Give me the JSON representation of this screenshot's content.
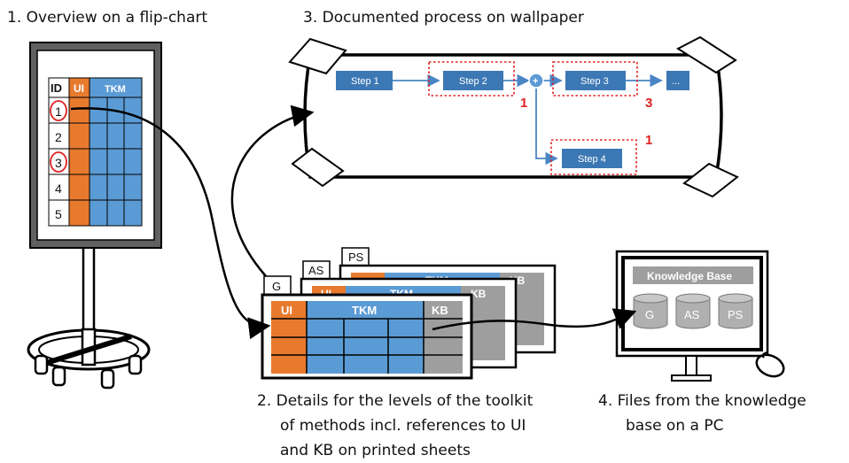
{
  "captions": {
    "flipchart": "1. Overview on a flip-chart",
    "wallpaper": "3. Documented process on wallpaper",
    "sheets_line1": "2. Details for the levels of the toolkit",
    "sheets_line2": "of methods incl. references to UI",
    "sheets_line3": "and KB on printed sheets",
    "pc_line1": "4. Files from the knowledge",
    "pc_line2": "base on a PC"
  },
  "flipchart": {
    "header_id": "ID",
    "header_ui": "UI",
    "header_tkm": "TKM",
    "rows": [
      "1",
      "2",
      "3",
      "4",
      "5"
    ]
  },
  "wallpaper": {
    "steps": [
      "Step 1",
      "Step 2",
      "Step 3",
      "...",
      "Step 4"
    ],
    "markers": [
      "1",
      "3",
      "1"
    ]
  },
  "sheets": {
    "tabs": [
      "PS",
      "AS",
      "G"
    ],
    "front_headers": {
      "ui": "UI",
      "tkm": "TKM",
      "kb": "KB"
    },
    "back_headers": {
      "ui": "UI",
      "tkm": "TKM",
      "kb": "KB"
    }
  },
  "pc": {
    "title": "Knowledge Base",
    "drums": [
      "G",
      "AS",
      "PS"
    ]
  },
  "colors": {
    "orange": "#e87a2e",
    "blue": "#5b9bd5",
    "gray": "#9e9e9e",
    "red": "#e02020",
    "step_blue": "#3c78b4"
  }
}
